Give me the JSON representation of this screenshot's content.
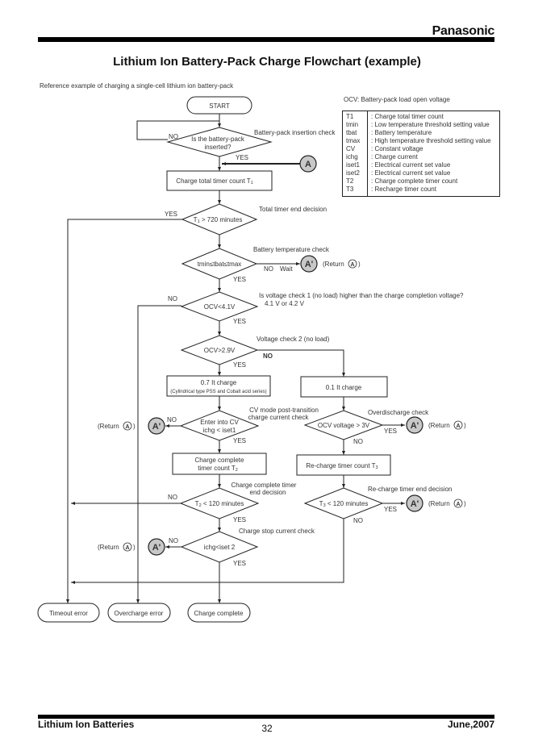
{
  "header": {
    "brand": "Panasonic",
    "title": "Lithium Ion Battery-Pack Charge Flowchart (example)",
    "subtitle": "Reference example of charging a single-cell lithium ion battery-pack"
  },
  "legend": {
    "note": "OCV: Battery-pack load open voltage",
    "entries": [
      {
        "symbol": "T1",
        "desc": ": Charge total timer count"
      },
      {
        "symbol": "tmin",
        "desc": ": Low temperature threshold setting value"
      },
      {
        "symbol": "tbat",
        "desc": ": Battery temperature"
      },
      {
        "symbol": "tmax",
        "desc": ": High temperature threshold setting value"
      },
      {
        "symbol": "CV",
        "desc": ": Constant voltage"
      },
      {
        "symbol": "ichg",
        "desc": ": Charge current"
      },
      {
        "symbol": "iset1",
        "desc": ": Electrical current set value"
      },
      {
        "symbol": "iset2",
        "desc": ": Electrical current set value"
      },
      {
        "symbol": "T2",
        "desc": ": Charge complete timer count"
      },
      {
        "symbol": "T3",
        "desc": ": Recharge timer count"
      }
    ]
  },
  "flow": {
    "start": "START",
    "insert_q1": "Is the battery-pack",
    "insert_q2": "inserted?",
    "insert_note": "Battery-pack insertion check",
    "connector_a": "A",
    "connector_a_prime": "A'",
    "return_a": "(Return",
    "return_a_close": ")",
    "timer_t1": "Charge total timer count T",
    "sub1": "1",
    "sub2": "2",
    "sub3": "3",
    "t1_decision": " > 720 minutes",
    "t1_note": "Total timer end decision",
    "temp_decision": "tmin≤tbat≤tmax",
    "temp_note": "Battery temperature check",
    "wait": "Wait",
    "ocv1_decision": "OCV<4.1V",
    "ocv1_note1": "Is voltage check 1 (no load) higher than the charge completion voltage?",
    "ocv1_note2": "4.1 V or 4.2 V",
    "ocv2_decision": "OCV>2.9V",
    "ocv2_note": "Voltage check 2 (no load)",
    "charge07_1": "0.7 It charge",
    "charge07_2": "(Cylindrical type PSS and Cobalt acid series)",
    "charge01": "0.1 It charge",
    "cv_q1": "Enter into CV",
    "cv_q2": "ichg < iset1",
    "cv_note1": "CV mode post-transition",
    "cv_note2": "charge current check",
    "overdis_decision": "OCV voltage > 3V",
    "overdis_note": "Overdischarge check",
    "t2_box1": "Charge complete",
    "t2_box2": "timer count T",
    "t3_box": "Re-charge timer count T",
    "t2_decision": " < 120 minutes",
    "t2_note1": "Charge complete timer",
    "t2_note2": "end decision",
    "t3_decision": " < 120 minutes",
    "t3_note": "Re-charge timer end decision",
    "stop_decision": "ichg<iset 2",
    "stop_note": "Charge stop current check",
    "yes": "YES",
    "no": "NO",
    "end_timeout": "Timeout error",
    "end_overcharge": "Overcharge error",
    "end_complete": "Charge complete"
  },
  "footer": {
    "left": "Lithium Ion Batteries",
    "page": "32",
    "right": "June,2007"
  }
}
